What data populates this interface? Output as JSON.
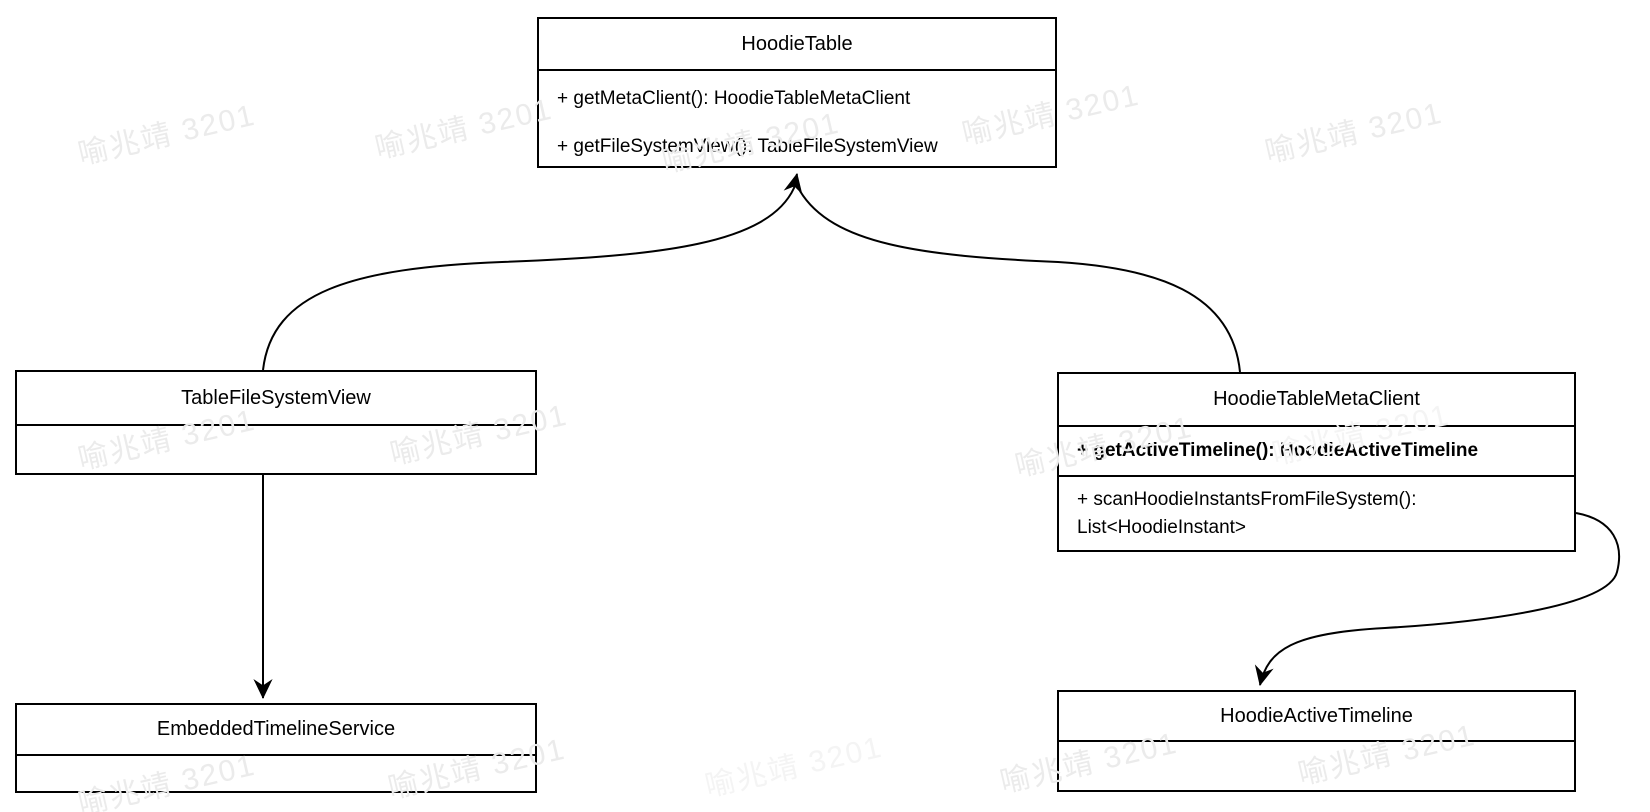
{
  "watermark": {
    "text": "喻兆靖 3201"
  },
  "diagram": {
    "type": "uml-class-diagram",
    "classes": {
      "hoodie_table": {
        "name": "HoodieTable",
        "methods": [
          "+ getMetaClient(): HoodieTableMetaClient",
          "+ getFileSystemView(): TableFileSystemView"
        ]
      },
      "table_file_system_view": {
        "name": "TableFileSystemView",
        "methods": []
      },
      "hoodie_table_meta_client": {
        "name": "HoodieTableMetaClient",
        "methods": [
          "+ getActiveTimeline(): HoodieActiveTimeline",
          "+ scanHoodieInstantsFromFileSystem(): List<HoodieInstant>"
        ]
      },
      "embedded_timeline_service": {
        "name": "EmbeddedTimelineService",
        "methods": []
      },
      "hoodie_active_timeline": {
        "name": "HoodieActiveTimeline",
        "methods": []
      }
    },
    "relations": [
      {
        "from": "TableFileSystemView",
        "to": "HoodieTable",
        "style": "solid-arrow"
      },
      {
        "from": "HoodieTableMetaClient",
        "to": "HoodieTable",
        "style": "solid-arrow"
      },
      {
        "from": "TableFileSystemView",
        "to": "EmbeddedTimelineService",
        "style": "solid-arrow"
      },
      {
        "from": "HoodieTableMetaClient",
        "to": "HoodieActiveTimeline",
        "style": "solid-arrow"
      }
    ],
    "colors": {
      "line": "#000000",
      "box_fill": "#ffffff",
      "watermark": "#ebebeb"
    }
  }
}
